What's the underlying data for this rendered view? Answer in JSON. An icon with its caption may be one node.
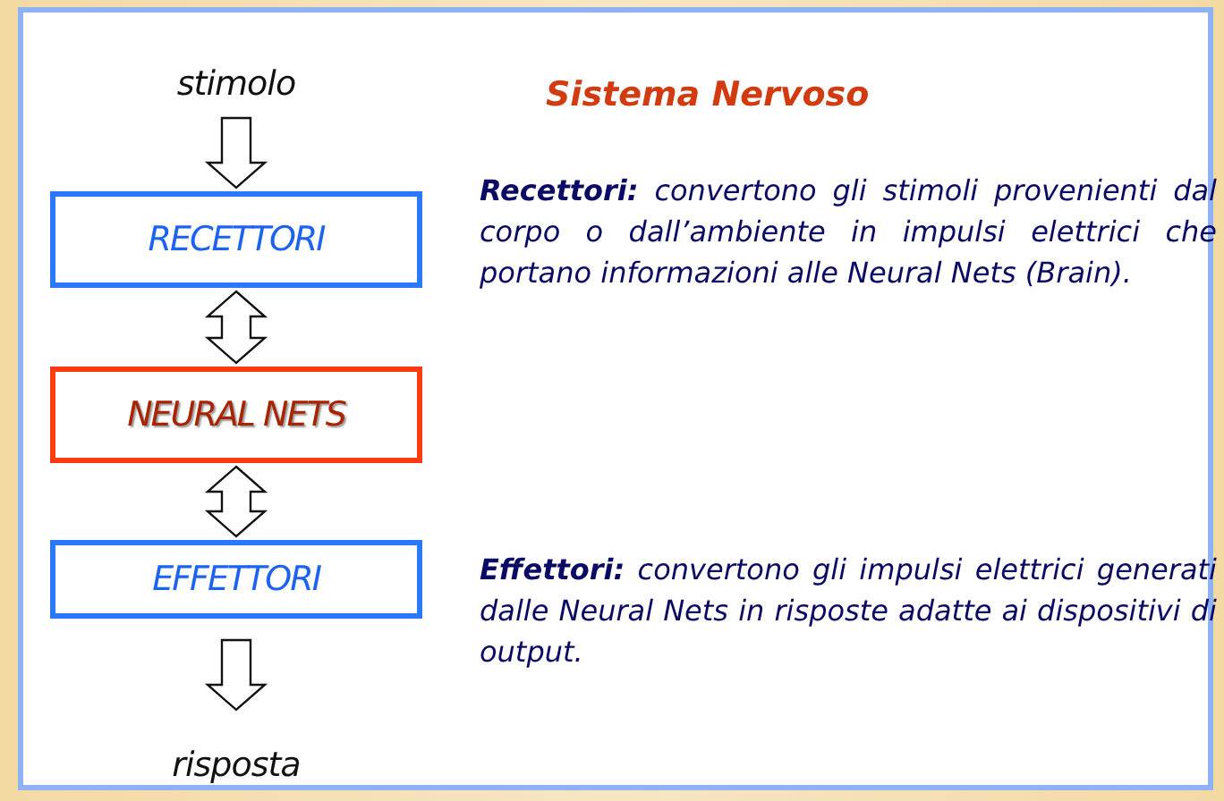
{
  "diagram": {
    "title": "Sistema Nervoso",
    "nodes": [
      {
        "text": [
          "stimolo"
        ]
      },
      {
        "text": [
          "RECETTORI"
        ]
      },
      {
        "text": [
          "NEURAL NETS"
        ]
      },
      {
        "text": [
          "EFFETTORI"
        ]
      },
      {
        "text": [
          "risposta"
        ]
      }
    ],
    "edges": [
      {
        "from": 0,
        "to": 1,
        "arrow": "to"
      },
      {
        "from": 1,
        "to": 2,
        "arrow": "both"
      },
      {
        "from": 2,
        "to": 3,
        "arrow": "both"
      },
      {
        "from": 3,
        "to": 4,
        "arrow": "to"
      }
    ],
    "labels": [
      "**Recettori:** convertono gli stimoli provenienti dal corpo o dall’ambiente in impulsi elettrici che portano informazioni alle Neural Nets (Brain).",
      "**Effettori:** convertono gli impulsi elettrici generati dalle Neural Nets in risposte adatte ai dispositivi di output."
    ]
  }
}
